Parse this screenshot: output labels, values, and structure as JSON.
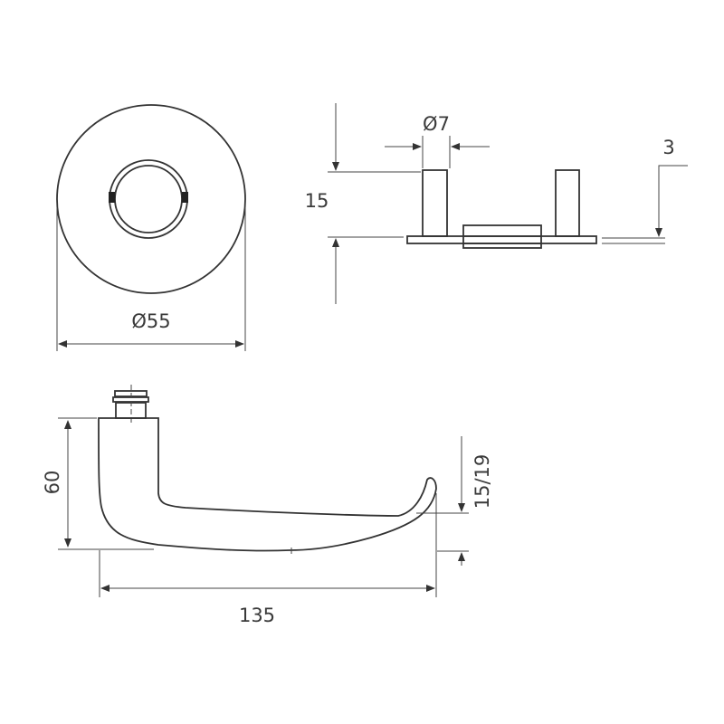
{
  "dimensions": {
    "rose_diameter": "Ø55",
    "spindle_diameter": "Ø7",
    "pin_height": "15",
    "plate_thickness": "3",
    "lever_height": "60",
    "lever_length": "135",
    "grip_thickness": "15/19"
  },
  "colors": {
    "ink": "#333333",
    "background": "#ffffff"
  }
}
